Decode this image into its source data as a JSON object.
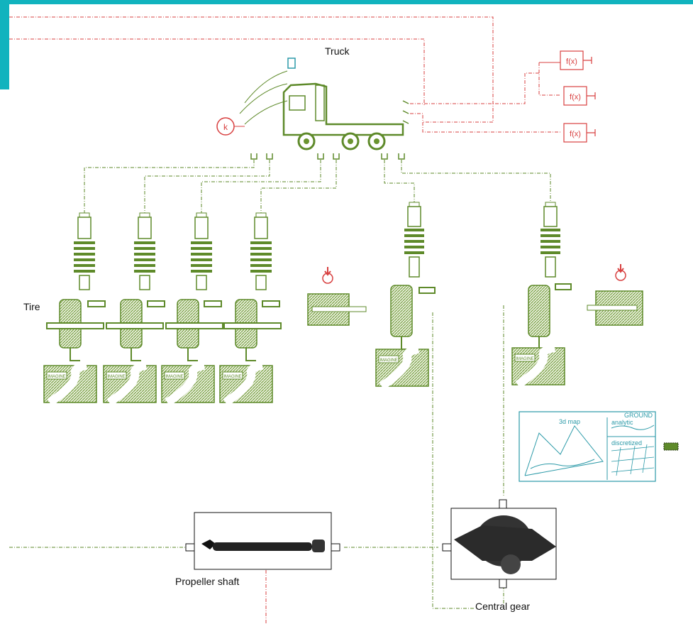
{
  "labels": {
    "truck": "Truck",
    "tire": "Tire",
    "propeller_shaft": "Propeller shaft",
    "central_gear": "Central gear"
  },
  "ground": {
    "title": "GROUND",
    "map_label": "3d map",
    "analytic_label": "analytic",
    "discretized_label": "discretized"
  },
  "road_label": "IMAGINE",
  "function_label": "f(x)",
  "gain_label": "k",
  "colors": {
    "accent": "#11b3be",
    "mechanical": "#5e8a2a",
    "signal": "#d84040",
    "ground": "#2c9aa8"
  }
}
